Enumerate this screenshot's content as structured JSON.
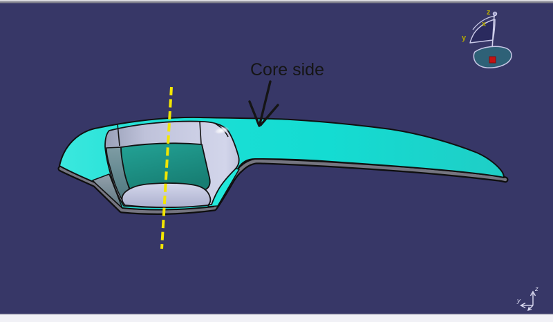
{
  "window": {
    "top_edge_light": "#D9D9DF",
    "top_edge_gray": "#84848E",
    "bottom_strip_color": "#F1F1F6",
    "bottom_strip_border": "#A6A6B2"
  },
  "viewport": {
    "name": "CATIA 3D viewport",
    "background_color": "#373767"
  },
  "annotation": {
    "label": "Core side",
    "color": "#151515"
  },
  "model": {
    "name": "core-side-mold-part",
    "colors": {
      "surface_cyan": "#17DED4",
      "pocket_floor_teal": "#1E9C8F",
      "fillet_lavender": "#C3C6E0",
      "shadow_wall_gray": "#7A8FA0",
      "underside_gray": "#757580",
      "outline_black": "#101010",
      "axis_yellow": "#F2E600"
    }
  },
  "compass": {
    "labels": {
      "x": "x",
      "y": "y",
      "z": "z"
    },
    "label_color": "#B5AA00",
    "outline_color": "#C8C8E6",
    "sail_color": "#2A2A5E",
    "base_color": "#2E6177",
    "origin_color": "#C41212"
  },
  "axis_triad": {
    "labels": {
      "z": "z",
      "y": "y"
    },
    "color": "#DCDCF2"
  }
}
